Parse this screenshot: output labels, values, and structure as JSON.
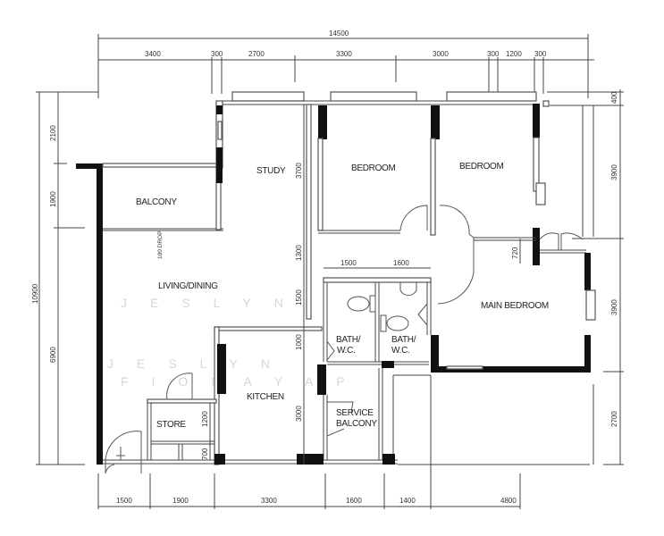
{
  "plan": {
    "overall_width": "14500",
    "overall_height": "10900",
    "top_dims": [
      "3400",
      "300",
      "2700",
      "3300",
      "3000",
      "300",
      "1200",
      "300"
    ],
    "bottom_dims": [
      "1500",
      "1900",
      "3300",
      "1600",
      "1400",
      "4800"
    ],
    "left_dims": [
      "2100",
      "1900",
      "6900"
    ],
    "right_dims": [
      "400",
      "3900",
      "3900",
      "2700"
    ],
    "inner_dims": {
      "study_v1": "3700",
      "study_v2": "1300",
      "living_v": "1500",
      "kitchen_v1": "1000",
      "kitchen_v2": "3000",
      "bath_w1": "1500",
      "bath_w2": "1600",
      "mbr_corr": "720",
      "store_h": "1200",
      "store_h2": "700",
      "drop": "100 DROP"
    },
    "rooms": {
      "study": "STUDY",
      "bedroom1": "BEDROOM",
      "bedroom2": "BEDROOM",
      "balcony": "BALCONY",
      "living": "LIVING/DINING",
      "main_bedroom": "MAIN BEDROOM",
      "bath1_l1": "BATH/",
      "bath1_l2": "W.C.",
      "bath2_l1": "BATH/",
      "bath2_l2": "W.C.",
      "kitchen": "KITCHEN",
      "store": "STORE",
      "service_l1": "SERVICE",
      "service_l2": "BALCONY"
    },
    "watermarks": [
      "JESLYN",
      "JESLYN",
      "FIONAYAP"
    ]
  }
}
